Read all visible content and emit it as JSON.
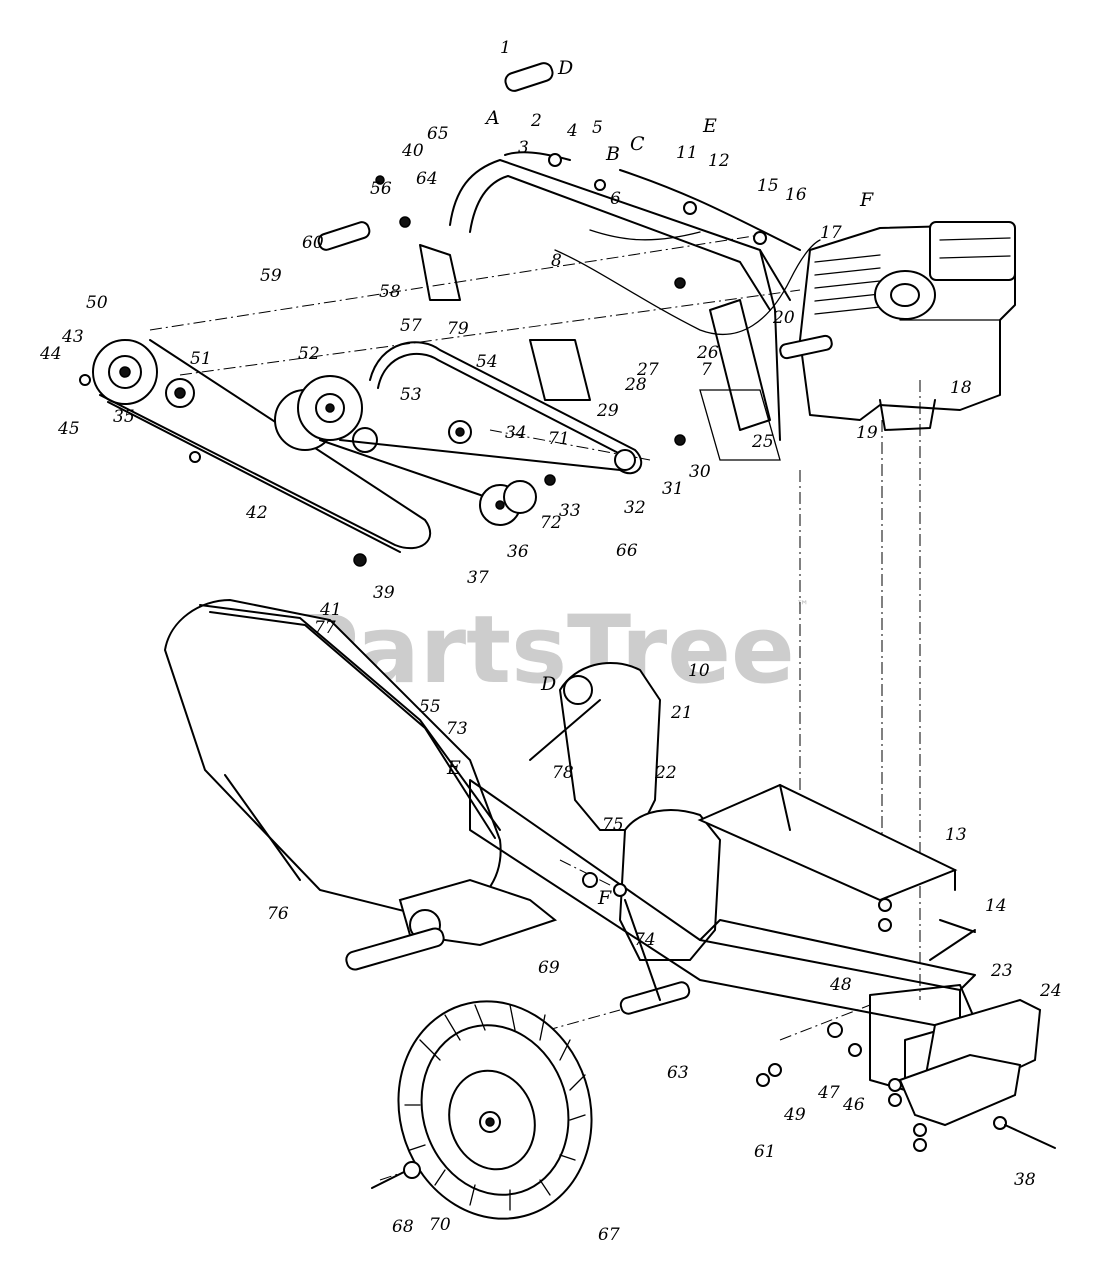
{
  "watermark": {
    "brand": "PartsTree",
    "trademark": "™"
  },
  "callouts": [
    "1",
    "2",
    "3",
    "4",
    "5",
    "6",
    "7",
    "8",
    "10",
    "11",
    "12",
    "13",
    "14",
    "15",
    "16",
    "17",
    "18",
    "19",
    "20",
    "21",
    "22",
    "23",
    "24",
    "25",
    "26",
    "27",
    "28",
    "29",
    "30",
    "31",
    "32",
    "33",
    "34",
    "35",
    "36",
    "37",
    "38",
    "39",
    "40",
    "41",
    "42",
    "43",
    "44",
    "45",
    "46",
    "47",
    "48",
    "49",
    "50",
    "51",
    "52",
    "53",
    "54",
    "55",
    "56",
    "57",
    "58",
    "59",
    "60",
    "61",
    "63",
    "64",
    "65",
    "66",
    "67",
    "68",
    "69",
    "70",
    "71",
    "72",
    "73",
    "74",
    "75",
    "76",
    "77",
    "78",
    "79"
  ],
  "reference_letters": [
    "A",
    "B",
    "C",
    "D",
    "E",
    "F"
  ]
}
